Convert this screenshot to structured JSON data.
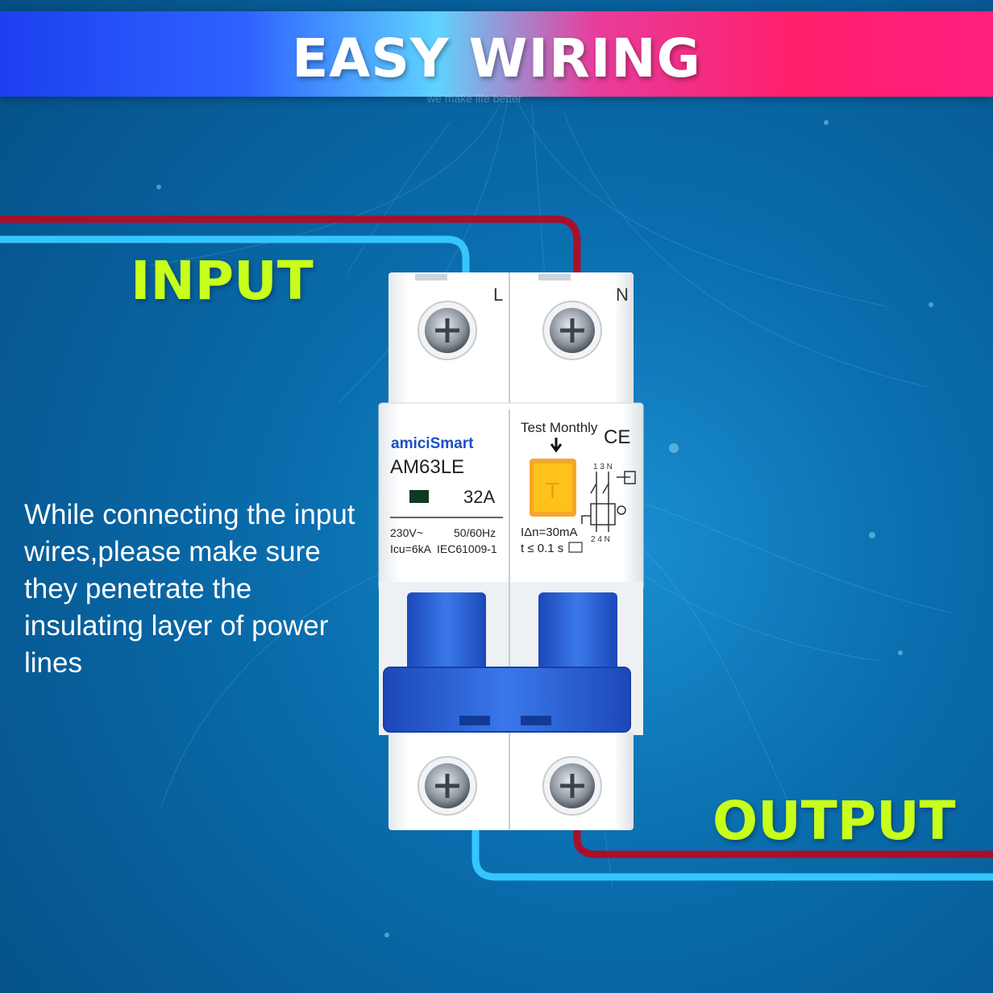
{
  "banner": {
    "title": "EASY WIRING",
    "subtitle": "we make life better"
  },
  "labels": {
    "input": "INPUT",
    "output": "OUTPUT"
  },
  "note": "While connecting the input wires,please make sure they penetrate the insulating layer of power lines",
  "device": {
    "terminal_l": "L",
    "terminal_n": "N",
    "brand": "amiciSmart",
    "model": "AM63LE",
    "rating": "32A",
    "voltage": "230V~",
    "frequency": "50/60Hz",
    "icu": "Icu=6kA",
    "standard": "IEC61009-1",
    "test_label": "Test Monthly",
    "test_button": "T",
    "ce_mark": "CE",
    "residual_current": "IΔn=30mA",
    "trip_time": "t ≤ 0.1 s"
  },
  "colors": {
    "background": "#0a6eae",
    "label_green": "#c8ff1a",
    "wire_red": "#a8102a",
    "wire_blue": "#35c6ff",
    "handle_blue": "#2b62d6",
    "test_button": "#ffc21a"
  }
}
